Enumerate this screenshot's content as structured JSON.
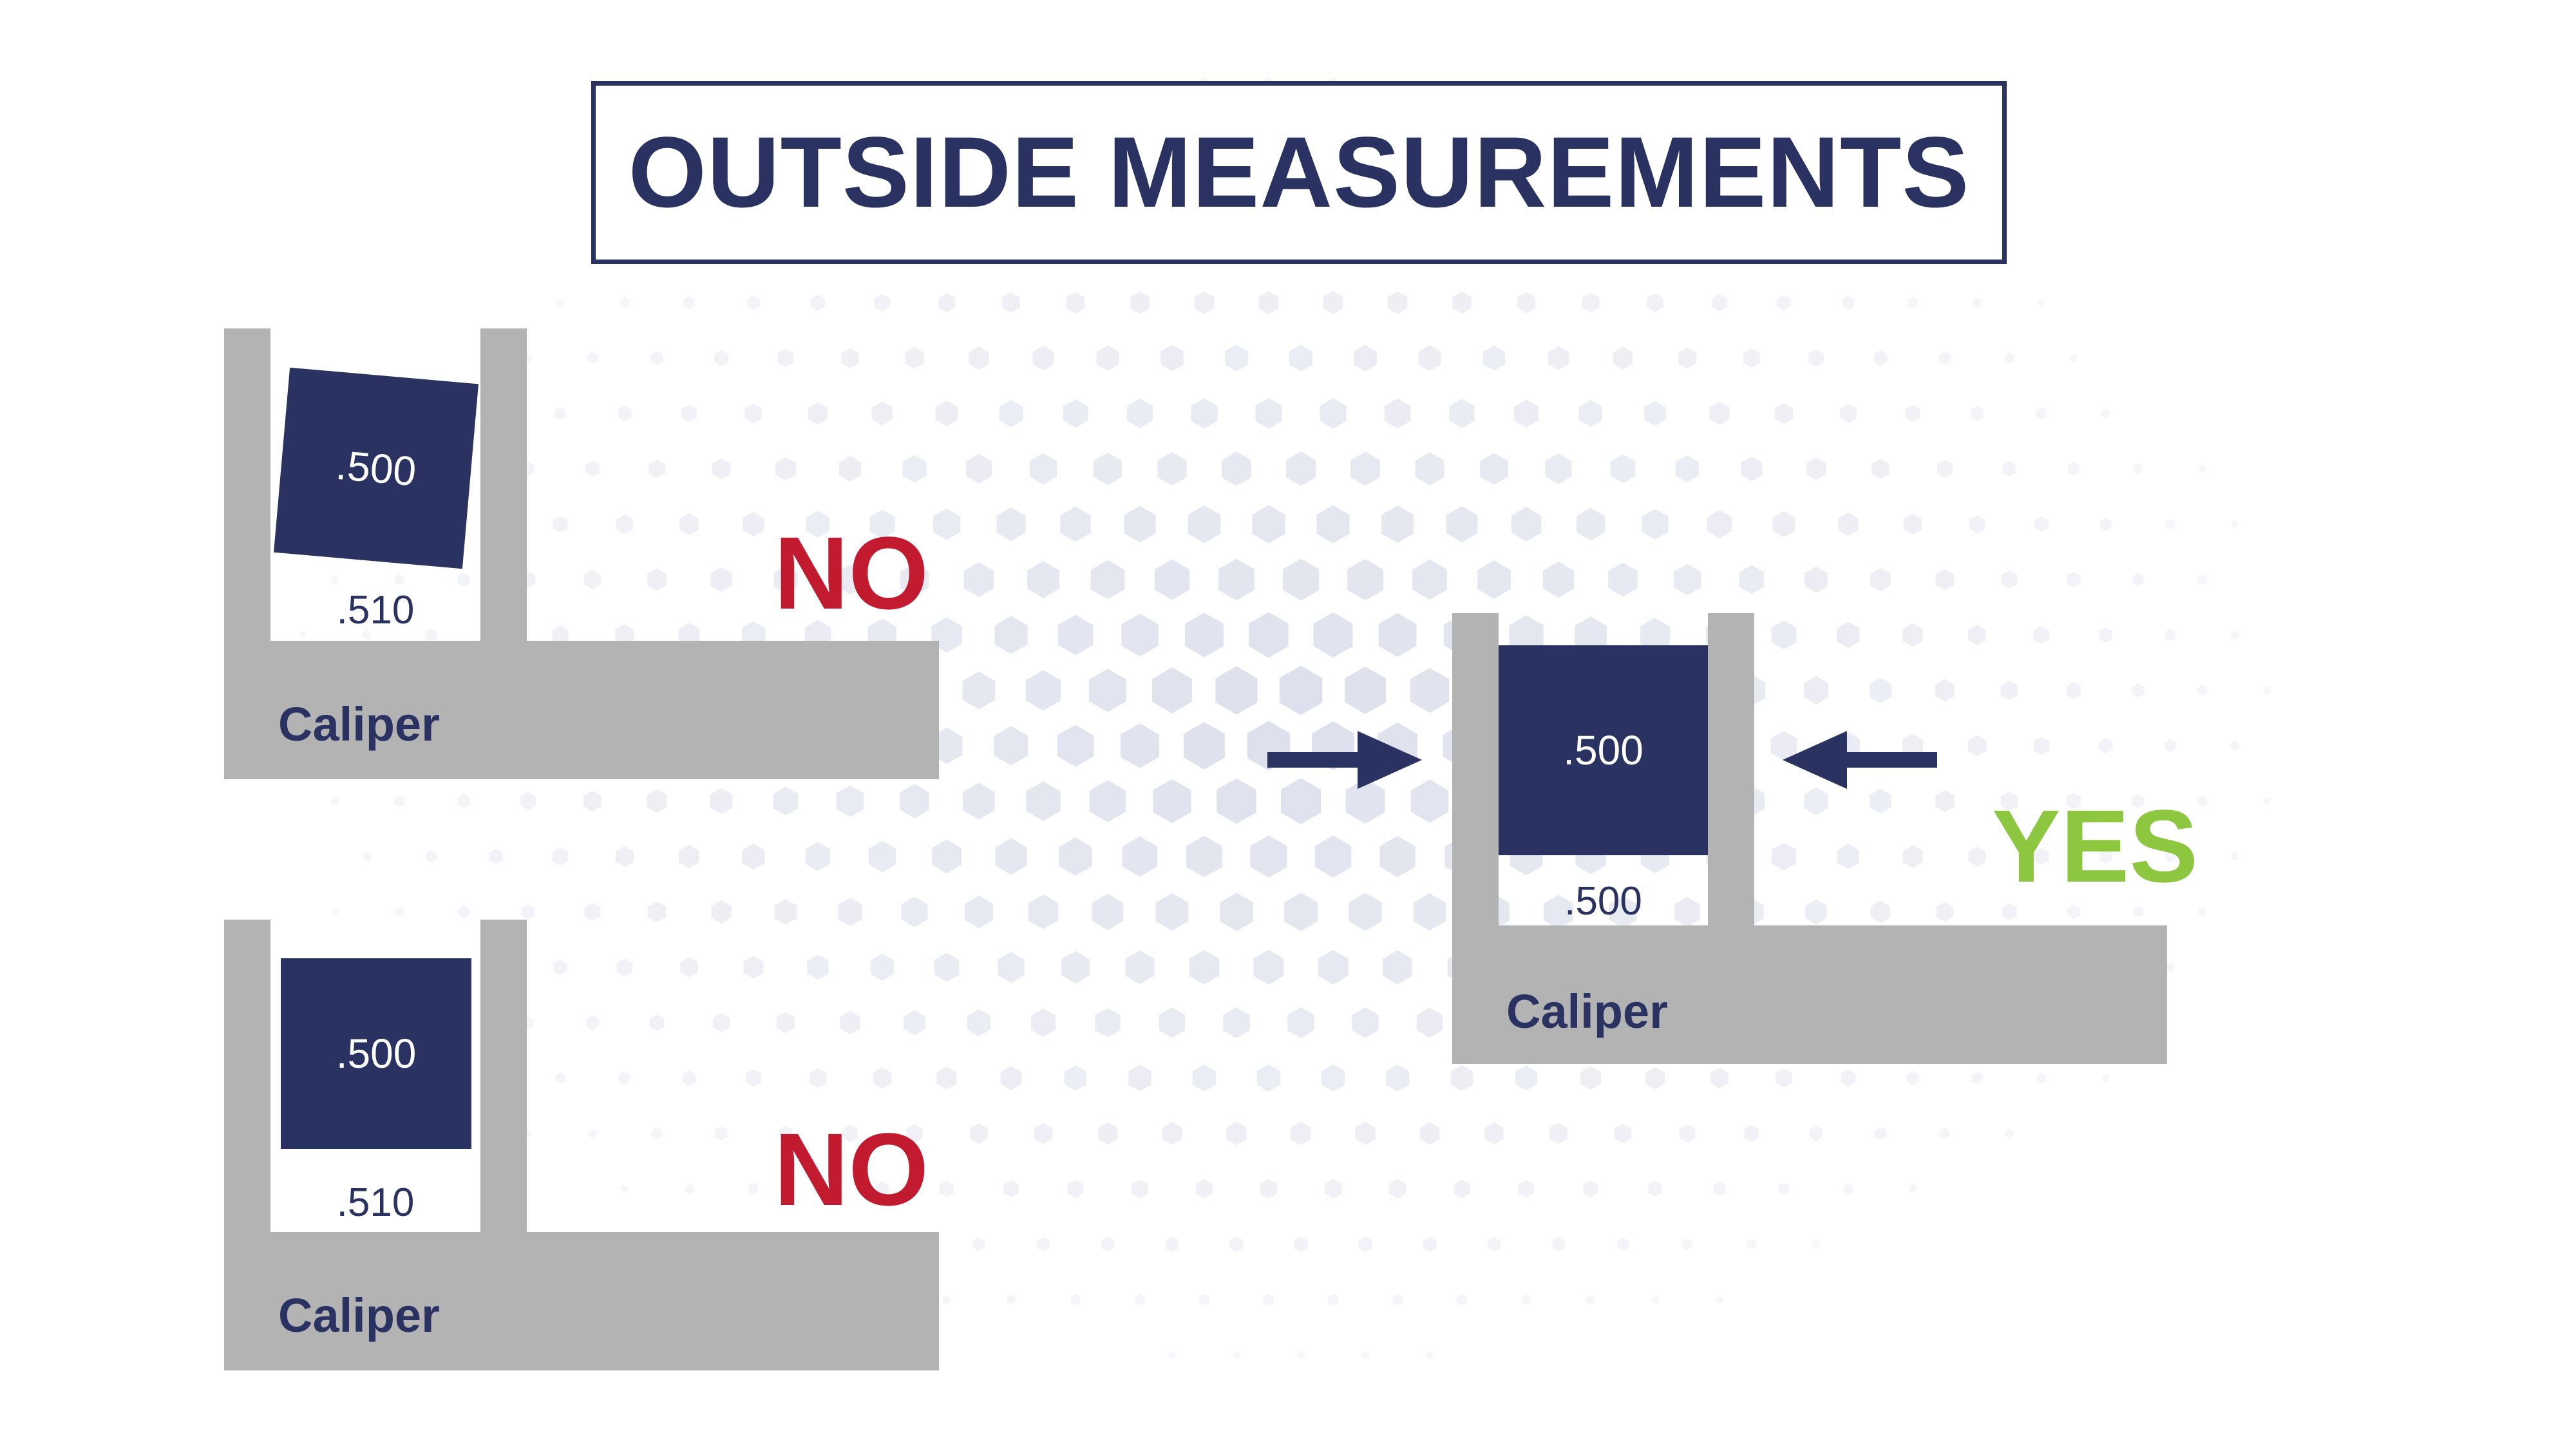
{
  "title": "OUTSIDE MEASUREMENTS",
  "colors": {
    "navy": "#2a3262",
    "caliper_gray": "#b3b3b3",
    "no_red": "#c21a2e",
    "yes_green": "#8dc63f",
    "hex_light": "#dde0ec"
  },
  "examples": [
    {
      "block_label": ".500",
      "gap_label": ".510",
      "caliper_label": "Caliper",
      "verdict": "NO",
      "block_tilted": true
    },
    {
      "block_label": ".500",
      "gap_label": ".510",
      "caliper_label": "Caliper",
      "verdict": "NO",
      "block_tilted": false
    },
    {
      "block_label": ".500",
      "gap_label": ".500",
      "caliper_label": "Caliper",
      "verdict": "YES",
      "block_tilted": false
    }
  ],
  "icons": [
    "arrow-right-icon",
    "arrow-left-icon"
  ]
}
